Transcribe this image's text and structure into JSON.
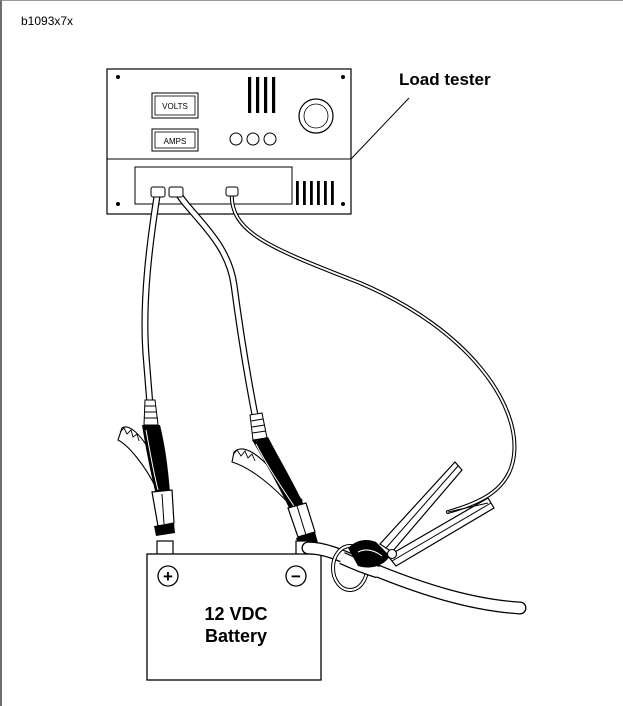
{
  "figure_id": "b1093x7x",
  "labels": {
    "load_tester": "Load tester",
    "volts": "VOLTS",
    "amps": "AMPS",
    "battery_line1": "12 VDC",
    "battery_line2": "Battery",
    "positive_symbol": "+",
    "negative_symbol": "−"
  },
  "colors": {
    "line": "#000000",
    "cable_fill": "#ffffff",
    "frame": "#6e6e6e",
    "background": "#ffffff"
  }
}
